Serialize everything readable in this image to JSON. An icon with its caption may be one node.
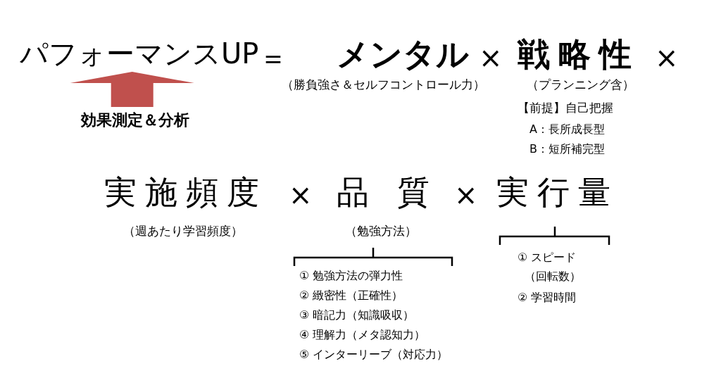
{
  "diagram": {
    "nodes": [
      {
        "text": [
          "パフォーマンスUP"
        ]
      },
      {
        "text": [
          "効果測定＆分析"
        ]
      }
    ],
    "edges": [
      {
        "from": 1,
        "to": 0,
        "arrow": "to",
        "style": "thick",
        "color": "#c0504d"
      }
    ],
    "labels": [
      "＝",
      "メンタル",
      "×",
      "戦略性",
      "×",
      "（勝負強さ＆セルフコントロール力）",
      "（プランニング含）",
      "【前提】自己把握",
      "A：長所成長型",
      "B：短所補完型",
      "実施頻度",
      "×",
      "品質",
      "×",
      "実行量",
      "（週あたり学習頻度）",
      "（勉強方法）",
      "① 勉強方法の弾力性",
      "② 緻密性（正確性）",
      "③ 暗記力（知識吸収）",
      "④ 理解力（メタ認知力）",
      "⑤ インターリーブ（対応力）",
      "① スピード",
      "（回転数）",
      "② 学習時間"
    ]
  }
}
